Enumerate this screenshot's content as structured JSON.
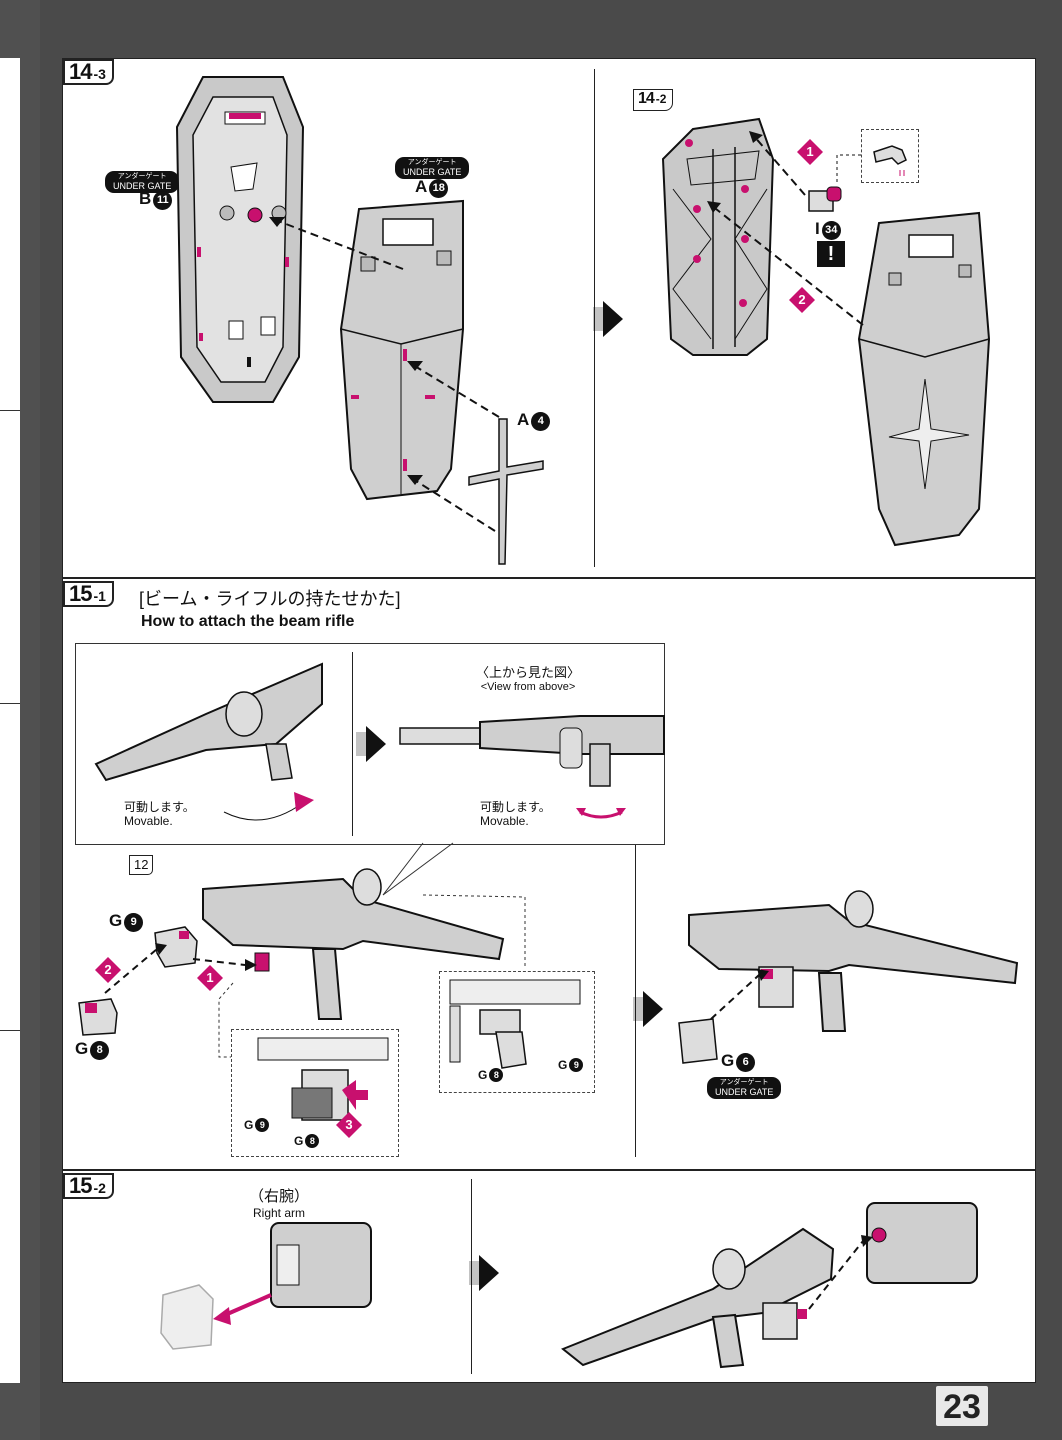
{
  "page_number": "23",
  "colors": {
    "accent": "#c8106e",
    "ink": "#111111",
    "part": "#d0d0d0",
    "frame": "#4a4a4a"
  },
  "steps": {
    "s14_3": {
      "main": "14",
      "sub": "-3"
    },
    "s14_2": {
      "main": "14",
      "sub": "-2"
    },
    "s15_1": {
      "main": "15",
      "sub": "-1"
    },
    "s15_2": {
      "main": "15",
      "sub": "-2"
    },
    "ref12": "12"
  },
  "under_gate": {
    "jp": "アンダーゲート",
    "en": "UNDER GATE"
  },
  "parts": {
    "b11": {
      "letter": "B",
      "num": "11"
    },
    "a18": {
      "letter": "A",
      "num": "18"
    },
    "a4": {
      "letter": "A",
      "num": "4"
    },
    "i34": {
      "letter": "I",
      "num": "34"
    },
    "g9": {
      "letter": "G",
      "num": "9"
    },
    "g8": {
      "letter": "G",
      "num": "8"
    },
    "g6": {
      "letter": "G",
      "num": "6"
    }
  },
  "order_marks": [
    "1",
    "2",
    "3"
  ],
  "warning": "!",
  "section15": {
    "title_jp": "[ビーム・ライフルの持たせかた]",
    "title_en": "How to attach the beam rifle",
    "view_jp": "〈上から見た図〉",
    "view_en": "<View from above>",
    "movable_jp": "可動します。",
    "movable_en": "Movable."
  },
  "section15_2": {
    "arm_jp": "（右腕）",
    "arm_en": "Right arm"
  }
}
